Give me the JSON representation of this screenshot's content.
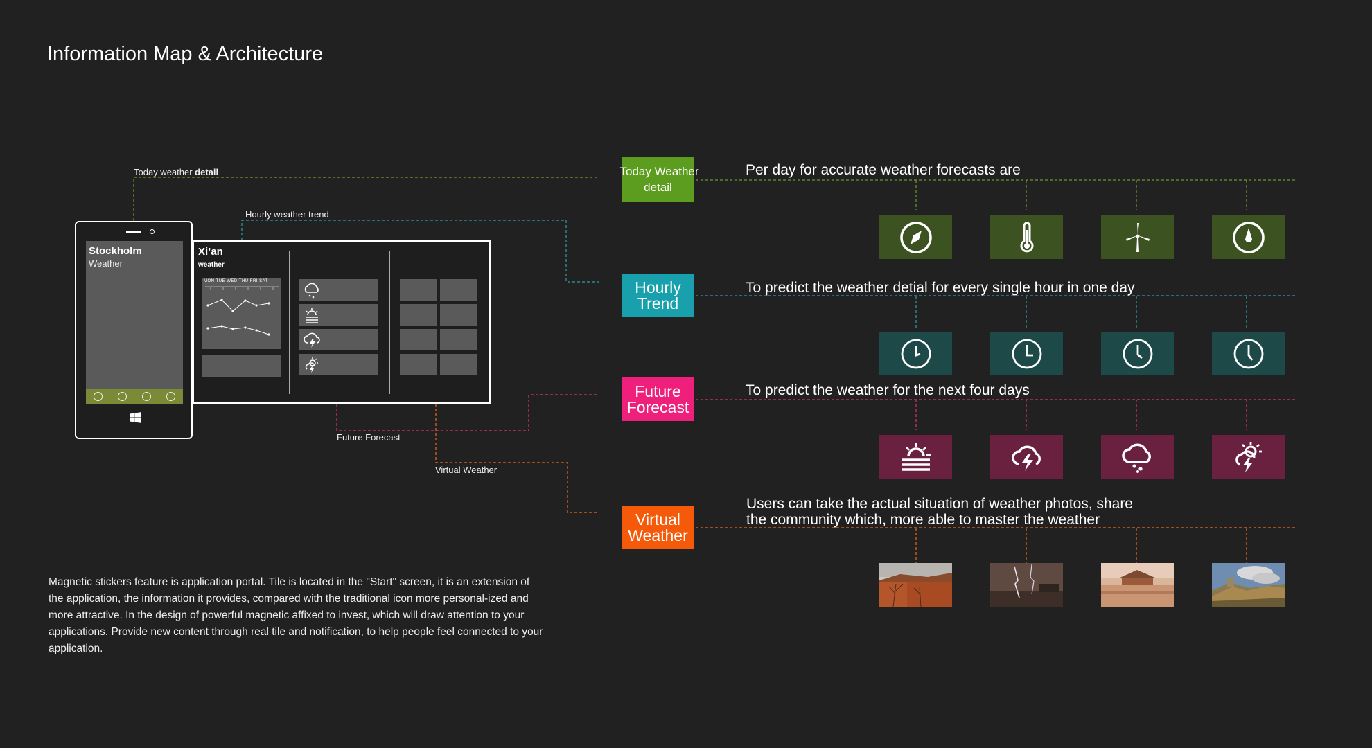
{
  "title": "Information Map & Architecture",
  "labels": {
    "today_prefix": "Today  weather ",
    "today_bold": "detail",
    "hourly": "Hourly weather trend",
    "future": "Future Forecast",
    "virtual": "Virtual Weather"
  },
  "phone": {
    "city": "Stockholm",
    "subtitle": "Weather"
  },
  "tablet": {
    "city": "Xi’an",
    "subtitle": "weather",
    "days": "MON  TUE  WED  THU   FRI   SAT"
  },
  "categories": [
    {
      "name": "today",
      "lines": [
        "Today  Weather",
        "detail"
      ],
      "color": "#5c9c1e",
      "description": [
        "Per day for accurate weather forecasts are"
      ],
      "tile_color": "#3d5221",
      "line_color": "#6b9b2a",
      "icons": [
        "compass-icon",
        "thermometer-icon",
        "wind-turbine-icon",
        "gauge-icon"
      ]
    },
    {
      "name": "hourly",
      "lines": [
        "Hourly",
        "Trend"
      ],
      "color": "#18a1ad",
      "description": [
        "To predict the weather detial for every single hour in one day"
      ],
      "tile_color": "#1d4a49",
      "line_color": "#2aa1a8",
      "icons": [
        "clock-icon",
        "clock-icon",
        "clock-icon",
        "clock-icon"
      ]
    },
    {
      "name": "future",
      "lines": [
        "Future",
        "Forecast"
      ],
      "color": "#ef1f7c",
      "description": [
        "To predict the weather for the next four days"
      ],
      "tile_color": "#6a2140",
      "line_color": "#d9336c",
      "icons": [
        "sunrise-fog-icon",
        "thunderstorm-icon",
        "rain-cloud-icon",
        "sun-storm-icon"
      ]
    },
    {
      "name": "virtual",
      "lines": [
        "Virtual",
        "Weather"
      ],
      "color": "#f45a09",
      "description": [
        "Users can take the actual situation of weather photos, share",
        "the community which, more able to master the weather"
      ],
      "tile_color": "#7a4a2a",
      "line_color": "#e86a1e",
      "icons": [
        "photo-palace-wall",
        "photo-lightning",
        "photo-palace-courtyard",
        "photo-great-wall"
      ]
    }
  ],
  "paragraph": "Magnetic stickers feature is application portal. Tile is located in the \"Start\" screen, it is an extension of the application, the information it provides, compared with the traditional icon more personal-ized and more attractive. In the design of powerful magnetic affixed to invest, which will draw attention to your applications. Provide new content through real tile and notification, to help people feel connected to your application."
}
